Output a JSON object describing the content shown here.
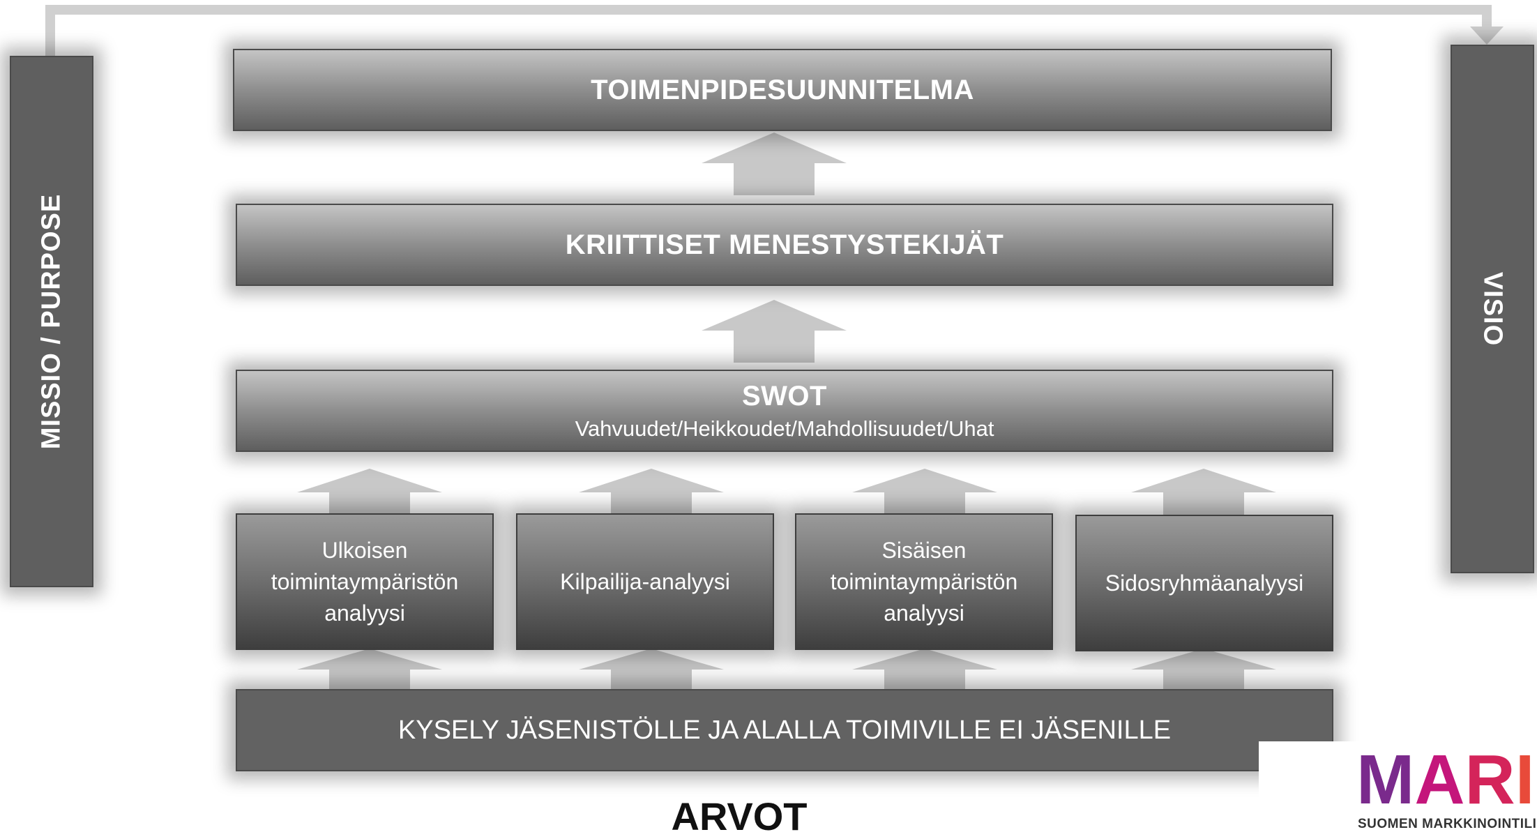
{
  "diagram": {
    "top_bar": "TOIMENPIDESUUNNITELMA",
    "middle_bar": "KRIITTISET MENESTYSTEKIJÄT",
    "swot": {
      "title": "SWOT",
      "subtitle": "Vahvuudet/Heikkoudet/Mahdollisuudet/Uhat"
    },
    "analyses": [
      "Ulkoisen toimintaympäristön analyysi",
      "Kilpailija-analyysi",
      "Sisäisen toimintaympäristön analyysi",
      "Sidosryhmäanalyysi"
    ],
    "bottom_bar": "KYSELY JÄSENISTÖLLE JA ALALLA TOIMIVILLE EI JÄSENILLE",
    "left_pillar": "MISSIO / PURPOSE",
    "right_pillar": "VISIO",
    "foundation": "ARVOT"
  },
  "logo": {
    "letters": [
      "M",
      "A",
      "R",
      "I"
    ],
    "letter_colors": [
      "#7a2a8c",
      "#c4167b",
      "#d4245a",
      "#e84a3a"
    ],
    "subtitle": "SUOMEN MARKKINOINTILIITTO"
  },
  "colors": {
    "arrow": "#c8c8c8",
    "pillar": "#5f5f5f",
    "loop_arrow": "#d0d0d0"
  }
}
